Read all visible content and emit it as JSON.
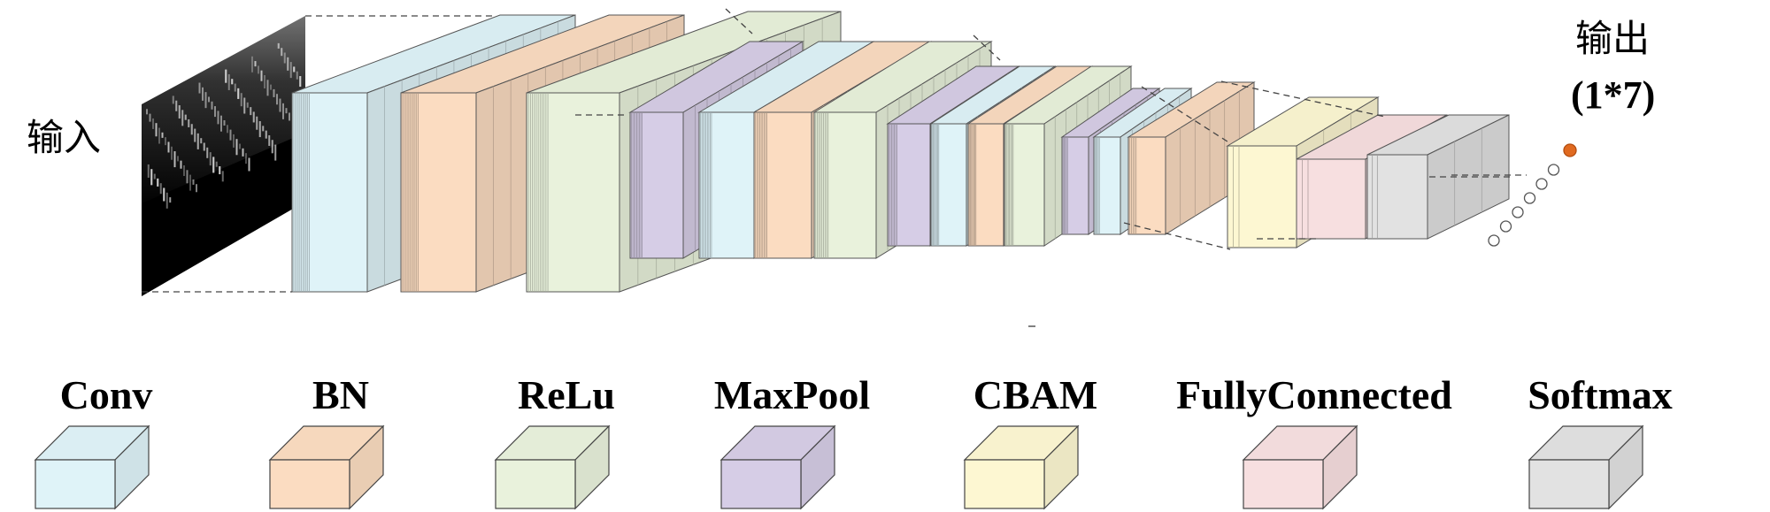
{
  "diagram": {
    "input_label": "输入",
    "output_label": "输出",
    "output_size": "(1*7)",
    "colors": {
      "conv": "#dff3f8",
      "bn": "#fbdcc1",
      "relu": "#e9f2dc",
      "maxpool": "#d6cde6",
      "cbam": "#fdf7d2",
      "fc": "#f7dfe0",
      "softmax": "#e2e2e2",
      "output_node": "#e06a20",
      "input_map": "#000000"
    },
    "layer_sequence": [
      "conv",
      "bn",
      "relu",
      "maxpool",
      "conv",
      "bn",
      "relu",
      "maxpool",
      "conv",
      "bn",
      "relu",
      "maxpool",
      "conv",
      "bn",
      "cbam",
      "fc",
      "softmax"
    ]
  },
  "legend": {
    "items": [
      {
        "key": "conv",
        "label": "Conv"
      },
      {
        "key": "bn",
        "label": "BN"
      },
      {
        "key": "relu",
        "label": "ReLu"
      },
      {
        "key": "maxpool",
        "label": "MaxPool"
      },
      {
        "key": "cbam",
        "label": "CBAM"
      },
      {
        "key": "fc",
        "label": "FullyConnected"
      },
      {
        "key": "softmax",
        "label": "Softmax"
      }
    ]
  }
}
